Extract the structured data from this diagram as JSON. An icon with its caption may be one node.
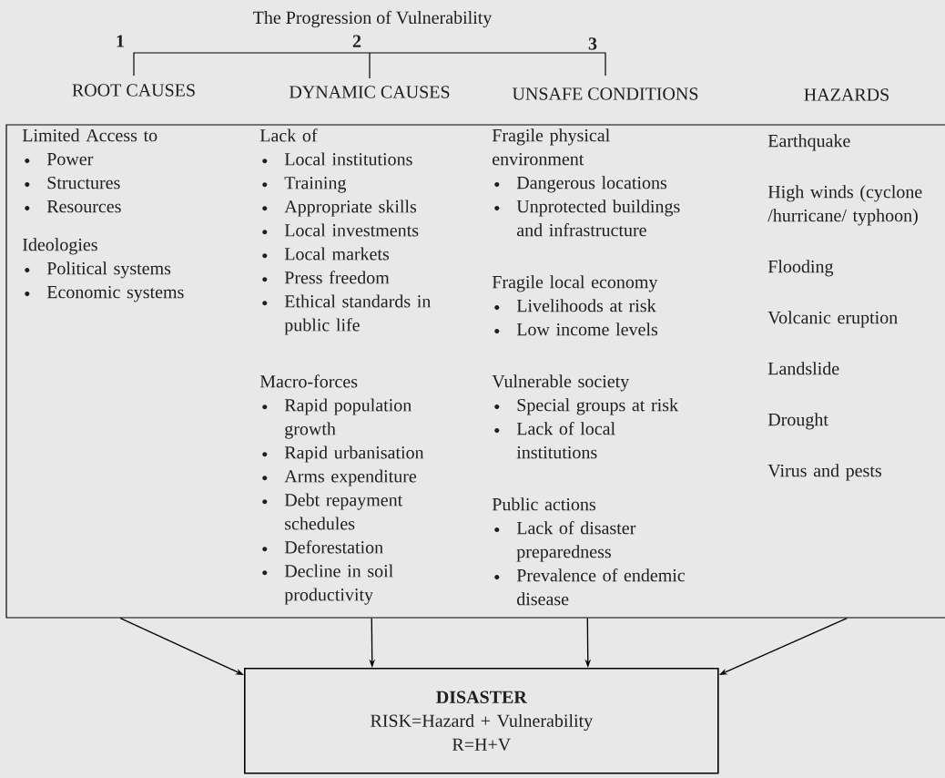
{
  "diagram": {
    "title": "The Progression of Vulnerability",
    "nodes": [
      {
        "text": [],
        "shape": "box"
      },
      {
        "text": [
          "Limited Access to",
          "Power",
          "Structures",
          "Resources"
        ],
        "in": 0
      },
      {
        "text": [
          "Ideologies",
          "Political systems",
          "Economic systems"
        ],
        "in": 0
      },
      {
        "text": [
          "Lack of",
          "Local institutions",
          "Training",
          "Appropriate skills",
          "Local investments",
          "Local markets",
          "Press freedom",
          "Ethical standards in public life"
        ],
        "in": 0
      },
      {
        "text": [
          "Macro-forces",
          "Rapid population growth",
          "Rapid urbanisation",
          "Arms expenditure",
          "Debt repayment schedules",
          "Deforestation",
          "Decline in soil productivity"
        ],
        "in": 0
      },
      {
        "text": [
          "Fragile physical environment",
          "Dangerous locations",
          "Unprotected buildings and infrastructure"
        ],
        "in": 0
      },
      {
        "text": [
          "Fragile local economy",
          "Livelihoods at risk",
          "Low income levels"
        ],
        "in": 0
      },
      {
        "text": [
          "Vulnerable society",
          "Special groups at risk",
          "Lack of local institutions"
        ],
        "in": 0
      },
      {
        "text": [
          "Public actions",
          "Lack of disaster preparedness",
          "Prevalence of endemic disease"
        ],
        "in": 0
      },
      {
        "text": [
          "Earthquake",
          "High winds (cyclone /hurricane/ typhoon)",
          "Flooding",
          "Volcanic eruption",
          "Landslide",
          "Drought",
          "Virus and pests"
        ],
        "in": 0
      },
      {
        "text": [
          "DISASTER",
          "RISK=Hazard + Vulnerability",
          "R=H+V"
        ]
      }
    ],
    "edges": [
      {
        "from": 0,
        "to": 10,
        "arrow": "to"
      },
      {
        "from": 0,
        "to": 10,
        "arrow": "to"
      },
      {
        "from": 0,
        "to": 10,
        "arrow": "to"
      },
      {
        "from": 0,
        "to": 10,
        "arrow": "to"
      }
    ],
    "labels": [
      "1",
      "2",
      "3",
      "ROOT CAUSES",
      "DYNAMIC CAUSES",
      "UNSAFE CONDITIONS",
      "HAZARDS"
    ]
  }
}
